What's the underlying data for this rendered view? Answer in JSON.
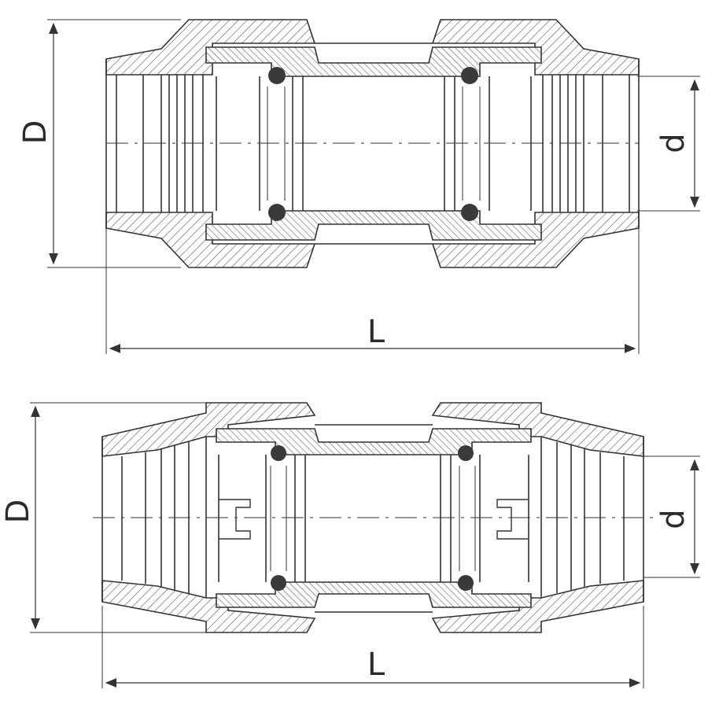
{
  "drawings": [
    {
      "id": "top",
      "labels": {
        "outer_diameter": "D",
        "inner_diameter": "d",
        "length": "L"
      }
    },
    {
      "id": "bottom",
      "labels": {
        "outer_diameter": "D",
        "inner_diameter": "d",
        "length": "L"
      }
    }
  ],
  "colors": {
    "line": "#333333",
    "hatch": "#555555",
    "seal": "#3a3a3a",
    "background": "#ffffff"
  }
}
